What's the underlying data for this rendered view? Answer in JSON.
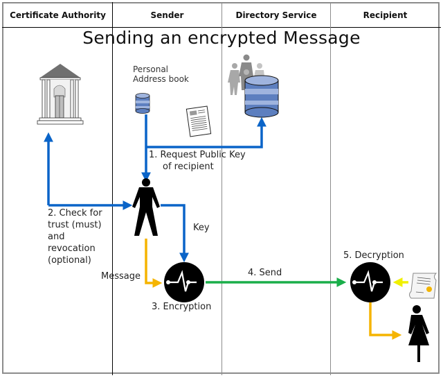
{
  "lanes": [
    {
      "id": "ca",
      "label": "Certificate Authority"
    },
    {
      "id": "sender",
      "label": "Sender"
    },
    {
      "id": "directory",
      "label": "Directory Service"
    },
    {
      "id": "recipient",
      "label": "Recipient"
    }
  ],
  "title": "Sending an encrypted Message",
  "labels": {
    "address_book_line1": "Personal",
    "address_book_line2": "Address book",
    "step1_line1": "1. Request Public Key",
    "step1_line2": "of recipient",
    "step2_line1": "2. Check for",
    "step2_line2": "trust (must)",
    "step2_line3": "and",
    "step2_line4": "revocation",
    "step2_line5": "(optional)",
    "key": "Key",
    "message": "Message",
    "step3": "3. Encryption",
    "step4": "4. Send",
    "step5": "5. Decryption"
  },
  "icons": {
    "ca": "building-icon",
    "address_book": "database-icon",
    "document": "document-icon",
    "directory_people": "people-icon",
    "directory_db": "database-icon",
    "sender": "man-icon",
    "encrypt": "crypto-icon",
    "decrypt": "crypto-icon",
    "certificate": "certificate-icon",
    "recipient": "woman-icon"
  },
  "colors": {
    "key_flow": "#0a64c8",
    "message_flow": "#f5b400",
    "send_flow": "#1aae4a",
    "cert_flow": "#f0f000",
    "db_blue": "#5d7fbf",
    "db_light": "#9fb4de"
  }
}
